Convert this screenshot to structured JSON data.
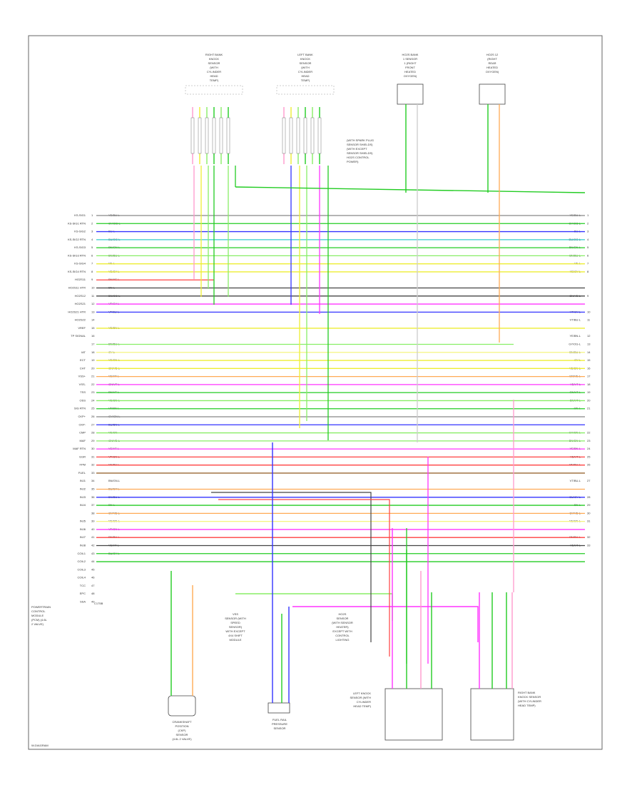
{
  "diagram": {
    "title": "",
    "page_label": "W-DIAGRAM",
    "pcm": {
      "title": [
        "POWERTRAIN",
        "CONTROL",
        "MODULE",
        "(PCM) (4.6L",
        "2 VALVE)"
      ],
      "pin_labels": [
        "KS-SIG1",
        "KS-SIG1 RTN",
        "KS-SIG2",
        "KS-SIG2 RTN",
        "KS-SIG3",
        "KS-SIG3 RTN",
        "KS-SIG4",
        "KS-SIG4 RTN",
        "HO2S11",
        "HO2S11 HTR",
        "HO2S12",
        "HO2S21",
        "HO2S21 HTR",
        "HO2S22",
        "VREF",
        "TP SIGNAL",
        "",
        "IAT",
        "ECT",
        "CHT",
        "VSS+",
        "VSS-",
        "TSS",
        "OSS",
        "SIG RTN",
        "CKP+",
        "CKP-",
        "CMP",
        "MAF",
        "MAF RTN",
        "EGR",
        "FPM",
        "FUEL",
        "INJ1",
        "INJ2",
        "INJ3",
        "INJ4",
        "",
        "INJ5",
        "INJ6",
        "INJ7",
        "INJ8",
        "COIL1",
        "COIL2",
        "COIL3",
        "COIL4",
        "TCC",
        "EPC",
        "SSA"
      ],
      "wire_labels": [
        "YE/BU-L",
        "GY/OG-L",
        "BU-L",
        "BU/OG-L",
        "BN/GN-L",
        "BN/BU-L",
        "YE-L",
        "YE/GY-L",
        "BN/YE-L",
        "BN-L",
        "BN/OG-L",
        "VT/GY-L",
        "VT/BU-L",
        "",
        "YE/BN-L",
        "",
        "BN/BU-L",
        "GY-L",
        "YE/GN-L",
        "GN/YE-L",
        "YE/VT-L",
        "GN/VT-L",
        "BN/VT-L",
        "YE/GN-L",
        "VT/BN-L",
        "GY/GN-L",
        "BU/BN-L",
        "YE/GN",
        "GN/YE-L",
        "YE/VT-L",
        "VT/GN-L",
        "YE/BU-L",
        "",
        "BN/GN-L",
        "BU/GY-L",
        "BN/BU-L",
        "BN-L",
        "GY/YE-L",
        "YE/GN-L",
        "VT/GN-L",
        "BN/BU-L",
        "YE/VT-L",
        "BU/GY-L",
        "",
        "",
        "",
        "",
        "",
        ""
      ],
      "connector_id": "C175B"
    },
    "right_labels": [
      "YE/BU-L",
      "GY/OG-L",
      "BU-L",
      "BU/OG-L",
      "BN/GN-L",
      "BN/BU-L",
      "YE-L",
      "YE/GY-L",
      "BN/YE-L",
      "VT/GY-L",
      "VT/BU-L",
      "YE/BN-L",
      "GY/OG-L",
      "BN/BU-L",
      "GY-L",
      "YE/GN-L",
      "GN/YE-L",
      "YE/VT-L",
      "GN/VT-L",
      "BN/VT-L",
      "GN-L",
      "GY/GN-L",
      "BN/GN-L",
      "YE/BN-L",
      "YE/VT-L",
      "BN/BU-L",
      "VT/BU-L",
      "BU/GY-L",
      "BN-L",
      "GY/YE-L",
      "YE/GN-L",
      "BN/BU-L",
      "YE/VT-L"
    ],
    "top_components": [
      [
        "RIGHT BANK",
        "KNOCK",
        "SENSOR",
        "(WITH",
        "CYLINDER",
        "HEAD",
        "TEMP)"
      ],
      [
        "LEFT BANK",
        "KNOCK",
        "SENSOR",
        "(WITH",
        "CYLINDER",
        "HEAD",
        "TEMP)"
      ],
      [
        "HO2S BANK",
        "1 SENSOR",
        "1 (RIGHT",
        "FRONT",
        "HEATED",
        "OXYGEN)"
      ],
      [
        "HO2S 12",
        "(RIGHT",
        "REAR",
        "HEATED",
        "OXYGEN)"
      ]
    ],
    "mid_note": [
      "(WITH SPARK PLUG",
      "SENSOR SHIELDS)",
      "(WITH EXCEPT",
      "SENSOR SHIELDS)",
      "HO2S CONTROL",
      "POWER)"
    ],
    "bottom_components": [
      [
        "CRANKSHAFT",
        "POSITION",
        "(CKP)",
        "SENSOR",
        "(4.6L 2 VALVE)"
      ],
      [
        "FUEL RAIL",
        "PRESSURE",
        "SENSOR"
      ],
      [
        "LEFT KNOCK",
        "SENSOR (WITH",
        "CYLINDER",
        "HEAD TEMP)"
      ],
      [
        "RIGHT BANK",
        "KNOCK SENSOR",
        "(WITH CYLINDER",
        "HEAD TEMP)"
      ]
    ],
    "mid_bottom_notes": [
      [
        "VSS",
        "SENSOR (WITH",
        "SPEED",
        "SENSOR)",
        "WITH EXCEPT",
        "4X4 SHIFT",
        "MODULE"
      ],
      [
        "HO2S",
        "SENSOR",
        "(WITH SENSOR",
        "HEATER)",
        "EXCEPT WITH",
        "CONTROL",
        "LIGHTING"
      ]
    ],
    "colors": {
      "red": "#ff4040",
      "green": "#22cc22",
      "light_green": "#88ee66",
      "blue": "#3333ff",
      "yellow": "#eeee33",
      "light_yellow": "#f4f480",
      "magenta": "#ff33ff",
      "pink": "#ff99cc",
      "orange": "#ffaa55",
      "gray": "#888888",
      "brown": "#996633",
      "dark": "#444444",
      "cyan": "#33cccc"
    }
  }
}
